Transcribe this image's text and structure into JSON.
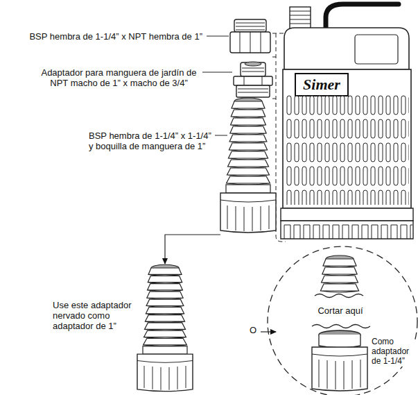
{
  "diagram": {
    "labels": [
      "BSP hembra de 1-1/4” x NPT hembra de 1”",
      "Adaptador para manguera de jardín de NPT macho de 1” x macho de 3/4”",
      "BSP hembra de 1-1/4” x 1-1/4” y boquilla de manguera de 1”",
      "Use este adaptador nervado como adaptador de 1”",
      "O",
      "Cortar aquí",
      "Como adaptador de 1-1/4”",
      "Simer"
    ]
  }
}
